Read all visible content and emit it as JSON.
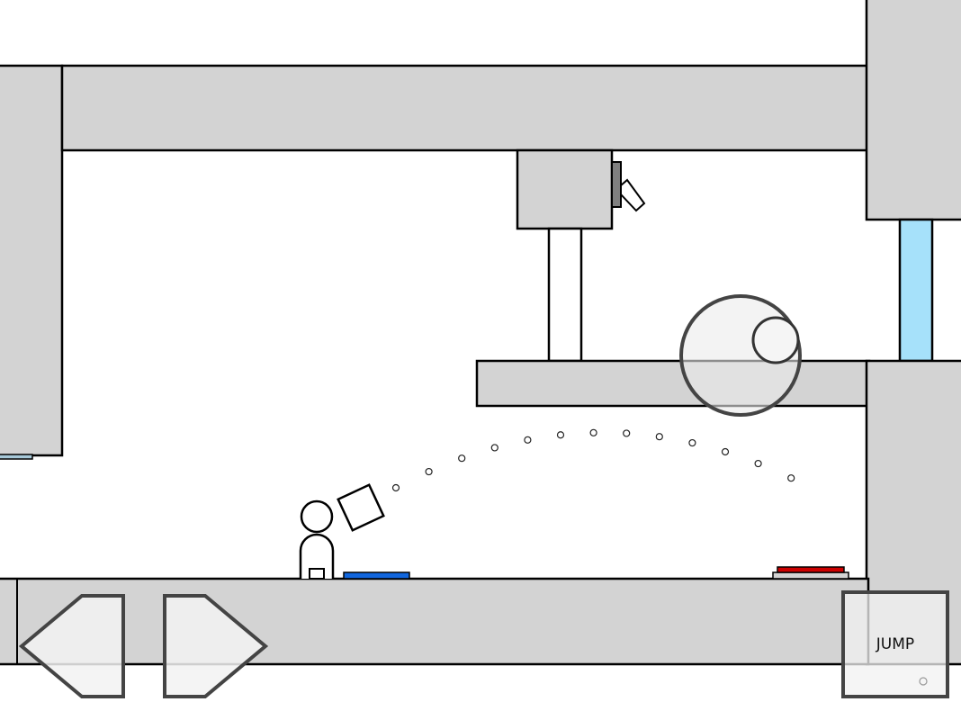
{
  "game": {
    "scene": "level",
    "colors": {
      "wall": "#d3d3d3",
      "outline": "#000000",
      "water": "#a6e1fa",
      "blue_button": "#1166dd",
      "red_button": "#cc0000",
      "lever_base": "#808080",
      "control_fill": "#f2f2f2",
      "control_outline": "#444444"
    },
    "trajectory_points": 13
  },
  "controls": {
    "left": {
      "icon": "arrow-left-icon"
    },
    "right": {
      "icon": "arrow-right-icon"
    },
    "jump": {
      "label": "JUMP"
    }
  }
}
